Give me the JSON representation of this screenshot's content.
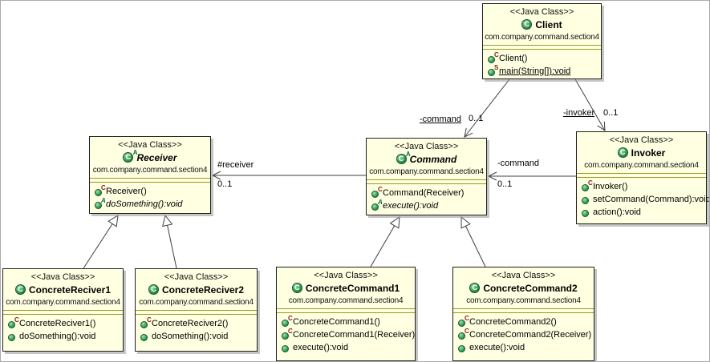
{
  "shared": {
    "stereotype": "<<Java Class>>",
    "package": "com.company.command.section4"
  },
  "icons": {
    "class_letter": "C",
    "constructor_marker": "C",
    "static_marker": "S",
    "abstract_marker": "A"
  },
  "colors": {
    "box_fill": "#FFFFE1",
    "box_border": "#1F1F1F",
    "compartment_separator": "#9A9A22",
    "icon_green": "#2F9E52",
    "edge_line": "#3F3F3F",
    "constructor_marker_color": "#8B1A11",
    "abstract_marker_color": "#0E6655",
    "background": "#FFFFFF"
  },
  "classes": {
    "client": {
      "name": "Client",
      "abstract": false,
      "methods": {
        "m1": "Client()",
        "m2": "main(String[]):void"
      }
    },
    "receiver": {
      "name": "Receiver",
      "abstract": true,
      "methods": {
        "m1": "Receiver()",
        "m2": "doSomething():void"
      }
    },
    "command": {
      "name": "Command",
      "abstract": true,
      "methods": {
        "m1": "Command(Receiver)",
        "m2": "execute():void"
      }
    },
    "invoker": {
      "name": "Invoker",
      "abstract": false,
      "methods": {
        "m1": "Invoker()",
        "m2": "setCommand(Command):void",
        "m3": "action():void"
      }
    },
    "concrete_reciver1": {
      "name": "ConcreteReciver1",
      "abstract": false,
      "methods": {
        "m1": "ConcreteReciver1()",
        "m2": "doSomething():void"
      }
    },
    "concrete_reciver2": {
      "name": "ConcreteReciver2",
      "abstract": false,
      "methods": {
        "m1": "ConcreteReciver2()",
        "m2": "doSomething():void"
      }
    },
    "concrete_command1": {
      "name": "ConcreteCommand1",
      "abstract": false,
      "methods": {
        "m1": "ConcreteCommand1()",
        "m2": "ConcreteCommand1(Receiver)",
        "m3": "execute():void"
      }
    },
    "concrete_command2": {
      "name": "ConcreteCommand2",
      "abstract": false,
      "methods": {
        "m1": "ConcreteCommand2()",
        "m2": "ConcreteCommand2(Receiver)",
        "m3": "execute():void"
      }
    }
  },
  "edges": {
    "client_command": {
      "label": "-command",
      "mult": "0..1",
      "type": "association"
    },
    "client_invoker": {
      "label": "-invoker",
      "mult": "0..1",
      "type": "association"
    },
    "command_receiver": {
      "label": "#receiver",
      "mult": "0..1",
      "type": "association"
    },
    "invoker_command": {
      "label": "-command",
      "mult": "0..1",
      "type": "association"
    },
    "generalizations": [
      {
        "from": "ConcreteReciver1",
        "to": "Receiver"
      },
      {
        "from": "ConcreteReciver2",
        "to": "Receiver"
      },
      {
        "from": "ConcreteCommand1",
        "to": "Command"
      },
      {
        "from": "ConcreteCommand2",
        "to": "Command"
      }
    ]
  }
}
